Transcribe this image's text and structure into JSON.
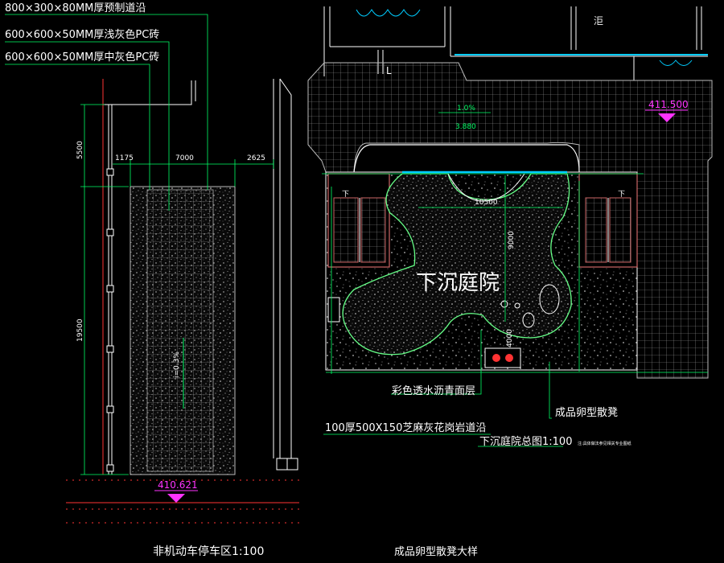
{
  "labels": {
    "material_1": "800×300×80MM厚预制道沿",
    "material_2": "600×600×50MM厚浅灰色PC砖",
    "material_3": "600×600×50MM厚中灰色PC砖",
    "bike_title": "非机动车停车区1:100",
    "courtyard_name": "下沉庭院",
    "courtyard_title": "下沉庭院总图1:100",
    "asphalt": "彩色透水沥青面层",
    "granite_path": "100厚500X150芝麻灰花岗岩道沿",
    "egg_bench": "成品卵型散凳",
    "detail_title": "成品卵型散凳大样",
    "note": "注:具体做法参见相关专业图纸",
    "top_mark": "L",
    "slope_pct": "1.0%",
    "level_mid": "3.880",
    "down_left": "下",
    "down_right": "下",
    "slope_left": "i=0.3%"
  },
  "dimensions": {
    "d5500": "5500",
    "d1175": "1175",
    "d7000": "7000",
    "d2625": "2625",
    "d19500": "19500",
    "d10500": "10500",
    "d9000": "9000",
    "d4000": "4000"
  },
  "elevations": {
    "bottom_left": "410.621",
    "top_right": "411.500"
  },
  "colors": {
    "background": "#000000",
    "leader": "#00ff66",
    "wall": "#ffffff",
    "red_line": "#ff3333",
    "magenta": "#ff33ff",
    "cyan": "#00ccff",
    "grid": "#aaaaaa",
    "stair": "#cc6666"
  }
}
